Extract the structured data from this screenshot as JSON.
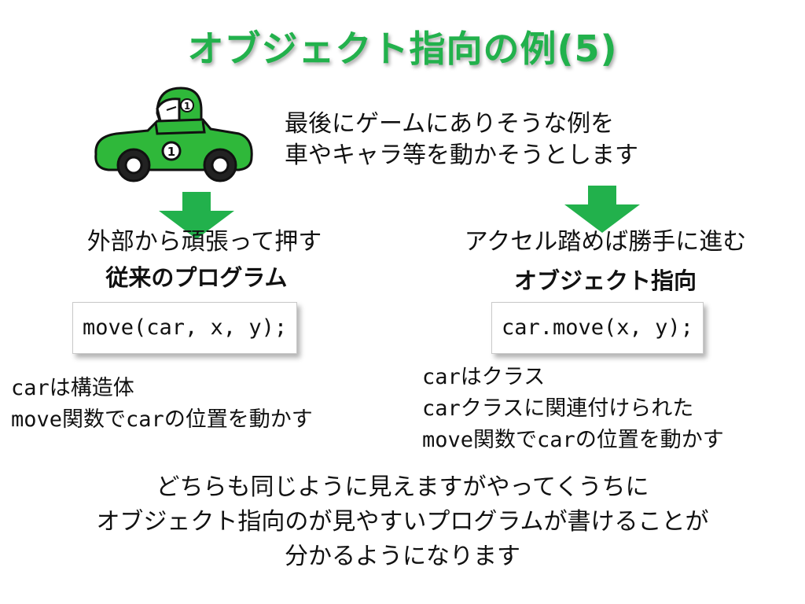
{
  "title": "オブジェクト指向の例(5)",
  "intro": {
    "line1": "最後にゲームにありそうな例を",
    "line2": "車やキャラ等を動かそうとします"
  },
  "car_badge": "1",
  "left": {
    "caption": "外部から頑張って押す",
    "heading": "従来のプログラム",
    "code": "move(car, x, y);",
    "desc": [
      {
        "code": "car",
        "text": "は構造体"
      },
      {
        "code": "move",
        "text": "関数で",
        "code2": "car",
        "text2": "の位置を動かす"
      }
    ]
  },
  "right": {
    "caption": "アクセル踏めば勝手に進む",
    "heading": "オブジェクト指向",
    "code": "car.move(x, y);",
    "desc": [
      {
        "code": "car",
        "text": "はクラス"
      },
      {
        "code": "car",
        "text": "クラスに関連付けられた"
      },
      {
        "code": "move",
        "text": "関数で",
        "code2": "car",
        "text2": "の位置を動かす"
      }
    ]
  },
  "closing": {
    "line1": "どちらも同じように見えますがやってくうちに",
    "line2": "オブジェクト指向のが見やすいプログラムが書けることが",
    "line3": "分かるようになります"
  },
  "colors": {
    "title": "#22b14c",
    "car_body": "#2fb83a",
    "arrow": "#22b14c"
  }
}
